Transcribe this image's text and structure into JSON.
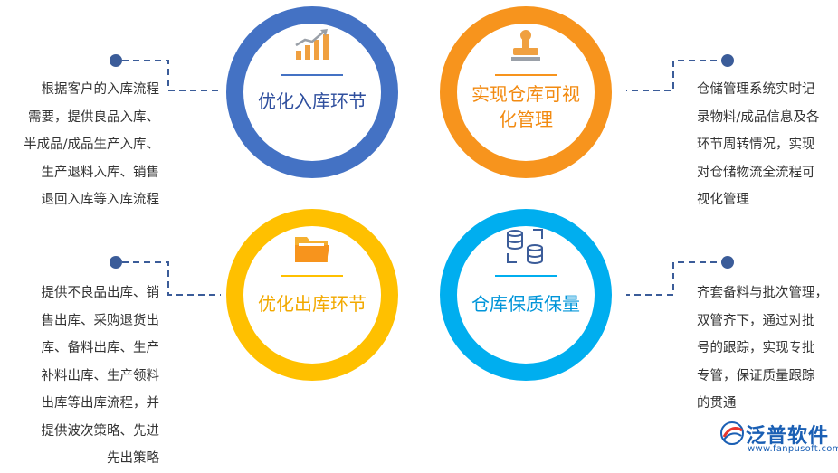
{
  "colors": {
    "blue": "#4472c4",
    "orange": "#f7941d",
    "yellow": "#ffc000",
    "cyan": "#00aeef",
    "connector": "#3b5c99",
    "text": "#333333"
  },
  "nodes": [
    {
      "id": "inbound",
      "title_lines": [
        "优化入库环节"
      ],
      "icon": "bar-chart-icon",
      "description": "根据客户的入库流程\n需要，提供良品入库、\n半成品/成品生产入库、\n生产退料入库、销售\n退回入库等入库流程"
    },
    {
      "id": "visual",
      "title_lines": [
        "实现仓库可视",
        "化管理"
      ],
      "icon": "stamp-icon",
      "description": "仓储管理系统实时记\n录物料/成品信息及各\n环节周转情况，实现\n对仓储物流全流程可\n视化管理"
    },
    {
      "id": "outbound",
      "title_lines": [
        "优化出库环节"
      ],
      "icon": "folder-icon",
      "description": "提供不良品出库、销\n售出库、采购退货出\n库、备料出库、生产\n补料出库、生产领料\n出库等出库流程，并\n提供波次策略、先进\n先出策略"
    },
    {
      "id": "quality",
      "title_lines": [
        "仓库保质保量"
      ],
      "icon": "database-icon",
      "description": "齐套备料与批次管理，\n双管齐下，通过对批\n号的跟踪，实现专批\n专管，保证质量跟踪\n的贯通"
    }
  ],
  "logo": {
    "brand": "泛普软件",
    "url": "www.fanpusoft.com"
  }
}
